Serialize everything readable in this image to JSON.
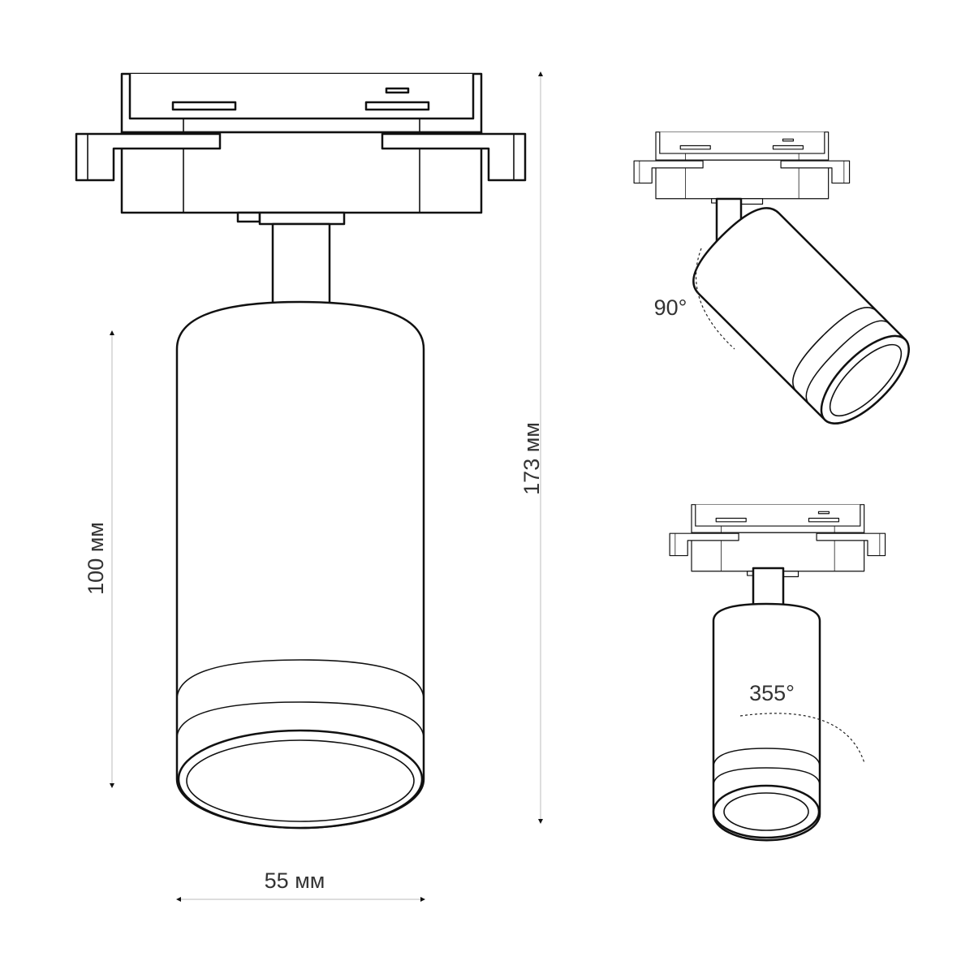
{
  "dimensions": {
    "total_height": "173 мм",
    "body_height": "100 мм",
    "diameter": "55 мм"
  },
  "rotation": {
    "tilt": "90°",
    "swivel": "355°"
  },
  "colors": {
    "line": "#111111",
    "label": "#333333",
    "dimension_line": "#bbbbbb"
  }
}
